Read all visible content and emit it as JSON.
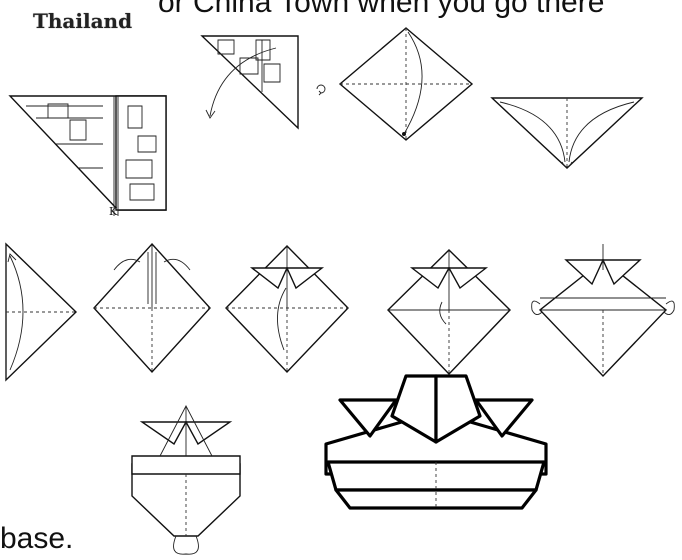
{
  "header": {
    "caption_top": "or China Town when you go there",
    "tag": "Thailand"
  },
  "footer": {
    "caption_bottom": "base."
  },
  "diagram": {
    "step_count": 11,
    "marks": {
      "step1_mark": "K"
    }
  }
}
